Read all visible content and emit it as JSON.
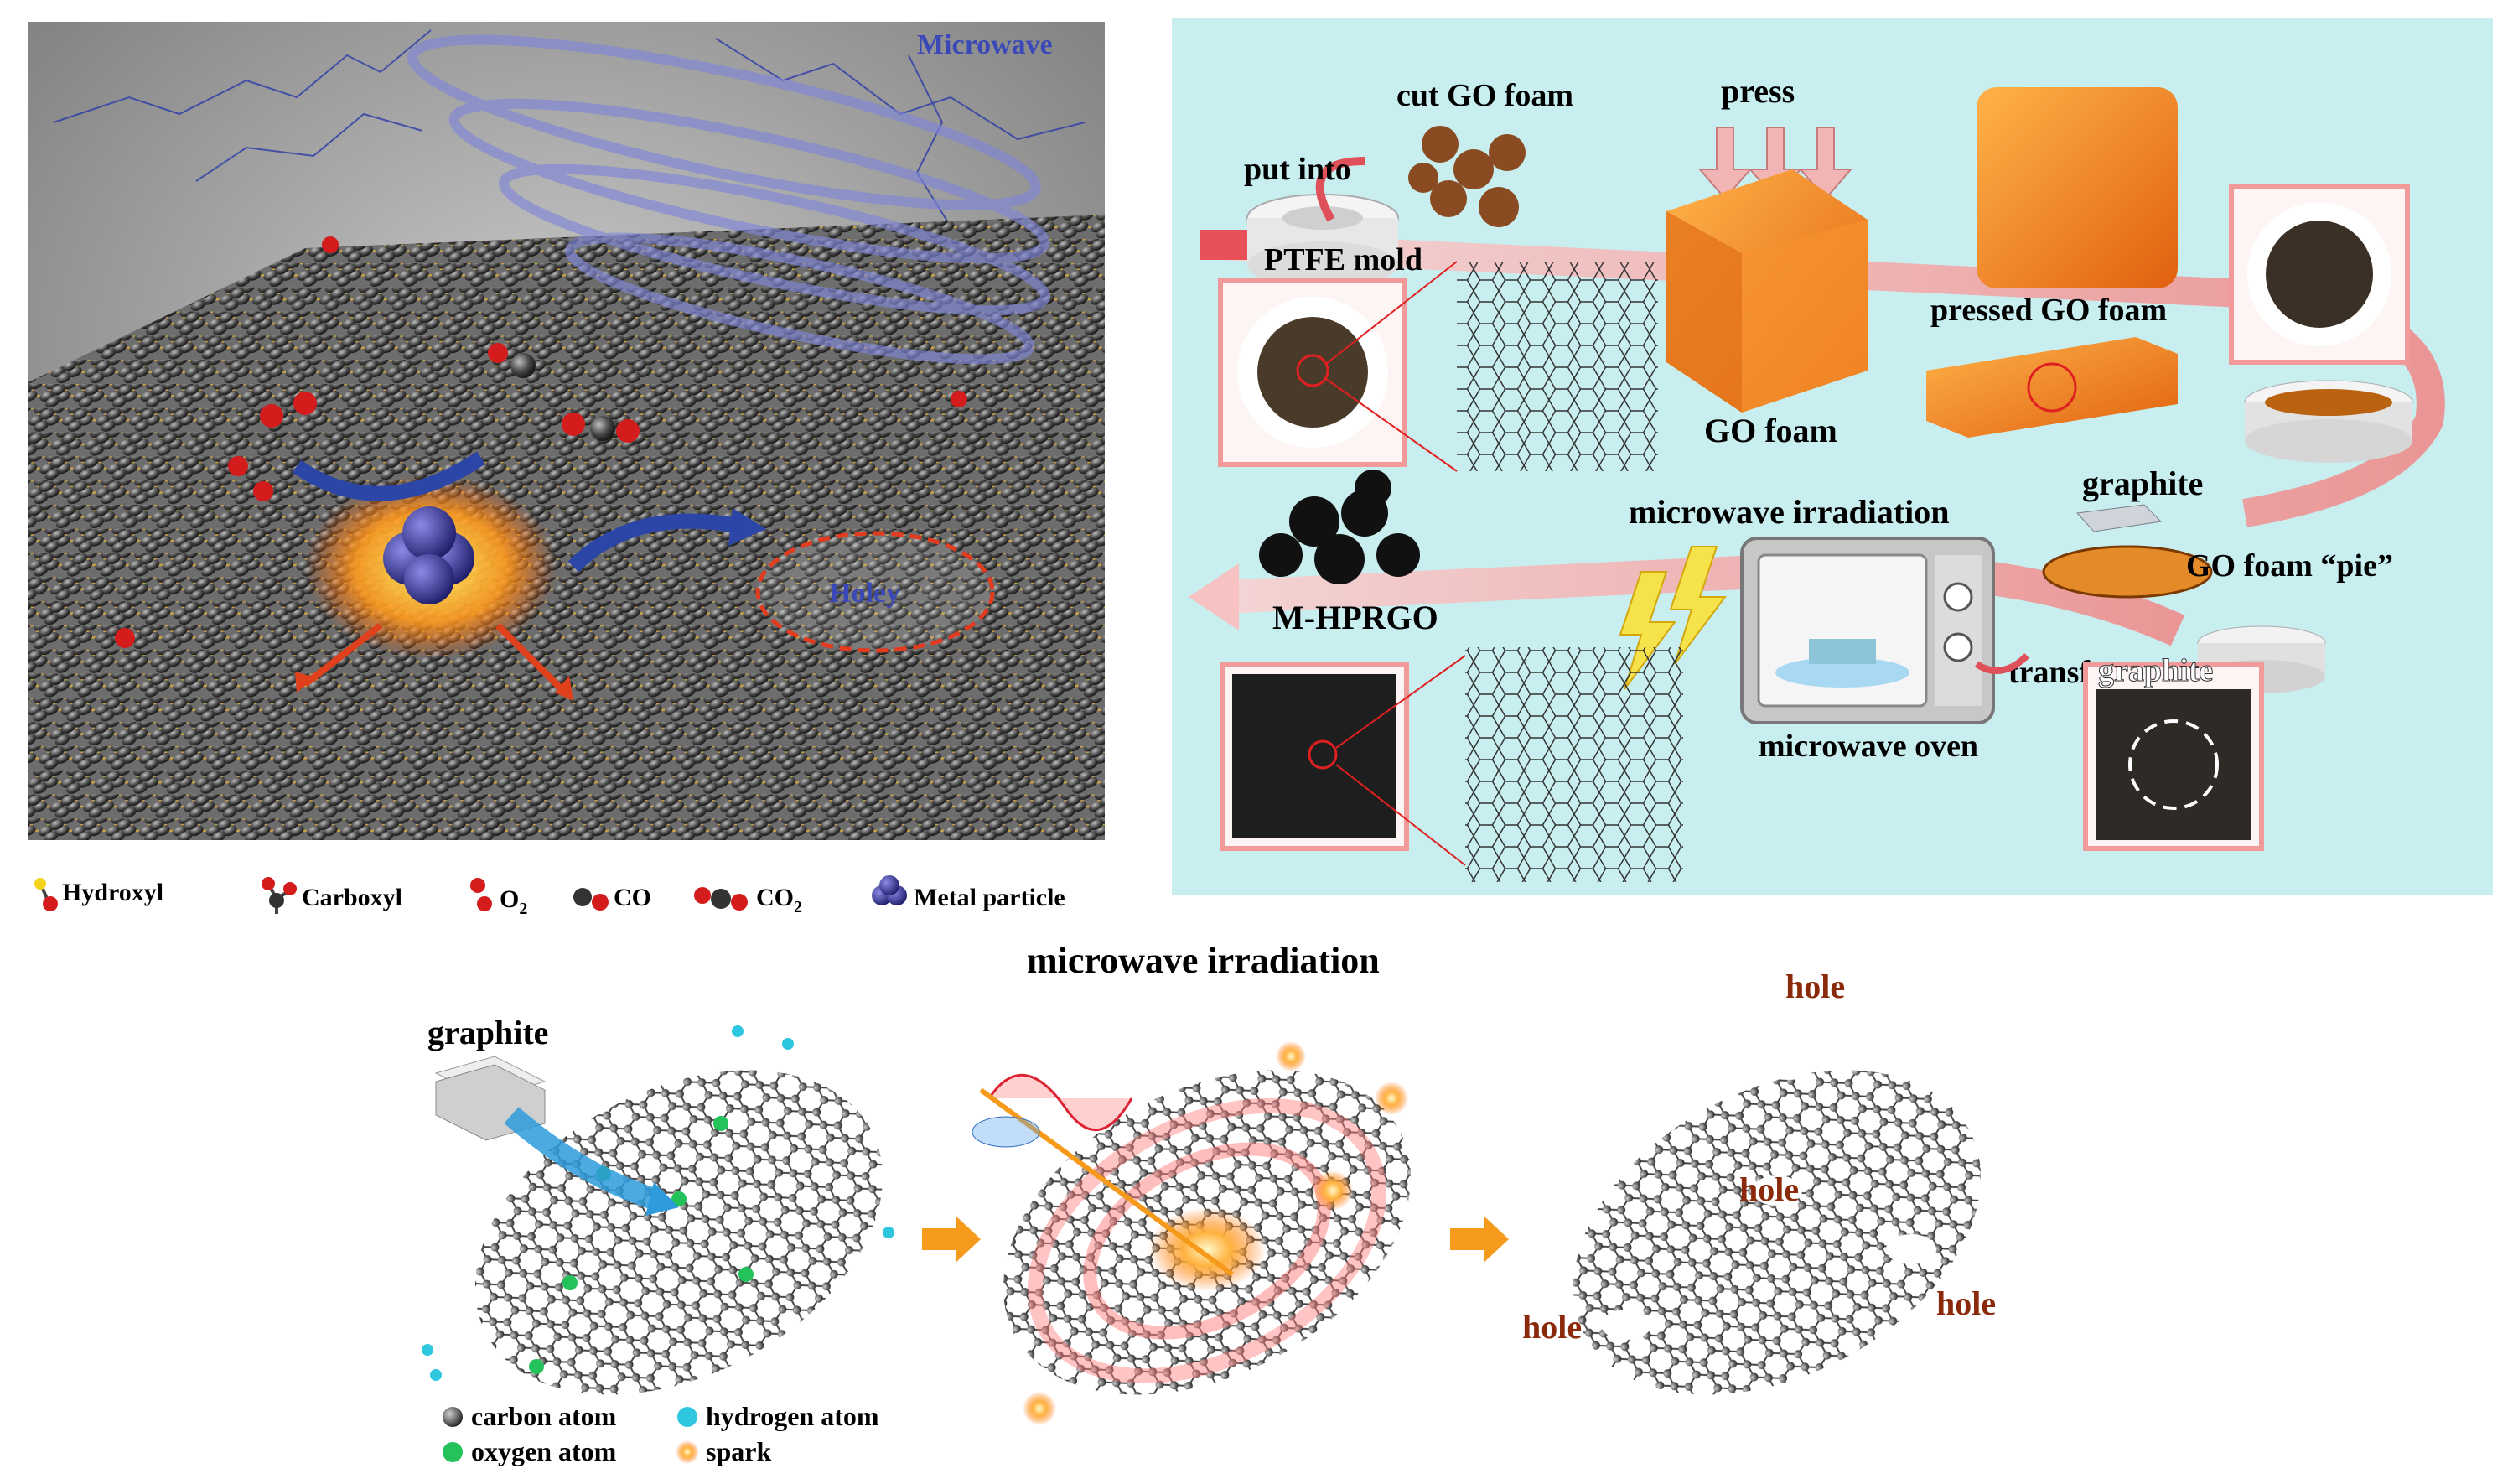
{
  "panel_a": {
    "microwave_label": "Microwave",
    "holey_label": "Holey",
    "legend": [
      {
        "label": "Hydroxyl",
        "icon": "hydroxyl-icon"
      },
      {
        "label": "Carboxyl",
        "icon": "carboxyl-icon"
      },
      {
        "label": "O",
        "sub": "2",
        "icon": "o2-icon"
      },
      {
        "label": "CO",
        "icon": "co-icon"
      },
      {
        "label": "CO",
        "sub": "2",
        "icon": "co2-icon"
      },
      {
        "label": "Metal particle",
        "icon": "metal-particle-icon"
      }
    ],
    "colors": {
      "sheet": "#2a2a2a",
      "bond": "#c9a24a",
      "oxygen": "#d41c1c",
      "metal": "#3b3a8f",
      "microwave": "#5a62c8"
    }
  },
  "panel_b": {
    "cut_go_foam": "cut GO foam",
    "put_into": "put into",
    "ptfe_mold": "PTFE mold",
    "press": "press",
    "go_foam": "GO foam",
    "pressed_go_foam": "pressed GO foam",
    "graphite_top": "graphite",
    "go_foam_pie": "GO foam “pie”",
    "microwave_irradiation": "microwave irradiation",
    "m_hprgo": "M-HPRGO",
    "transfer": "transfer",
    "graphite_photo": "graphite",
    "microwave_oven": "microwave oven",
    "colors": {
      "background": "#c8eef0",
      "arrow": "#f3a9a6",
      "foam": "#f08a2a"
    }
  },
  "panel_c": {
    "title": "microwave irradiation",
    "graphite": "graphite",
    "hole_labels": [
      "hole",
      "hole",
      "hole",
      "hole"
    ],
    "legend": [
      {
        "label": "carbon atom",
        "icon": "carbon-atom-icon",
        "color": "#333333"
      },
      {
        "label": "hydrogen atom",
        "icon": "hydrogen-atom-icon",
        "color": "#2fc7e0"
      },
      {
        "label": "oxygen atom",
        "icon": "oxygen-atom-icon",
        "color": "#24c25a"
      },
      {
        "label": "spark",
        "icon": "spark-icon",
        "color": "#ff9a1f"
      }
    ]
  }
}
